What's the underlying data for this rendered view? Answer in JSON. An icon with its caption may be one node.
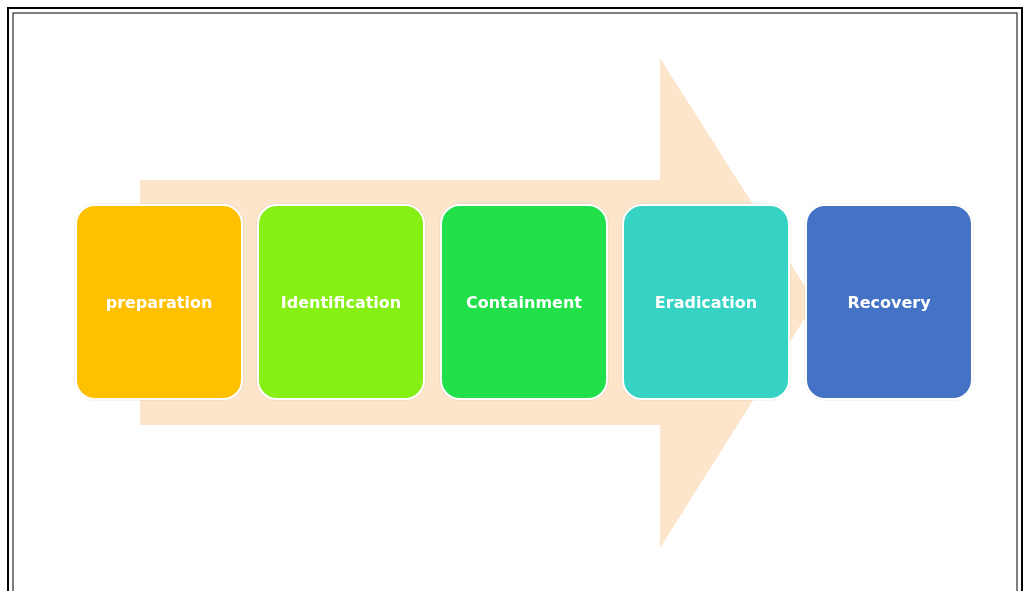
{
  "diagram": {
    "nodes": [
      {
        "text": [
          "preparation"
        ]
      },
      {
        "text": [
          "Identification"
        ]
      },
      {
        "text": [
          "Containment"
        ]
      },
      {
        "text": [
          "Eradication"
        ]
      },
      {
        "text": [
          "Recovery"
        ]
      }
    ],
    "edges": [
      {
        "from": 0,
        "to": 4,
        "arrow": "to"
      }
    ]
  }
}
